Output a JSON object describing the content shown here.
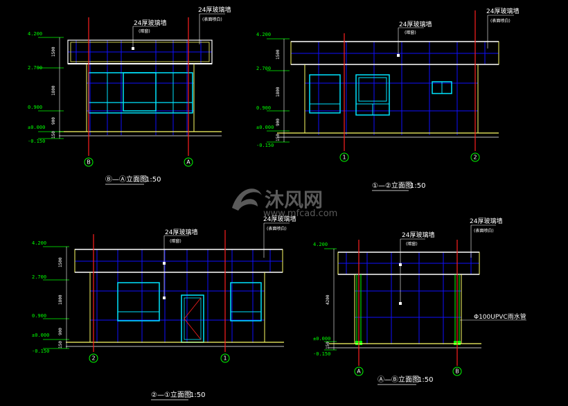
{
  "colors": {
    "background": "#000000",
    "level_mark": "#00ff00",
    "grid_line": "#1010ff",
    "outline": "#ffff66",
    "axis_line": "#ff2020",
    "window": "#00e5ff",
    "text": "#ffffff",
    "watermark": "#5a5a5a"
  },
  "watermark": {
    "text": "沐风网",
    "url": "www.mfcad.com"
  },
  "elevations": [
    {
      "id": "b-a",
      "title": "Ⓑ—Ⓐ立面图",
      "scale": "1:50",
      "levels": [
        "4.200",
        "2.700",
        "0.900",
        "±0.000",
        "-0.150"
      ],
      "dims": [
        "1500",
        "1800",
        "900",
        "150"
      ],
      "note_main": "24厚玻璃墙",
      "note_sub_1": "(暗窗)",
      "note_top": "24厚玻璃墙",
      "note_top_sub": "(表面喷白)",
      "axes": [
        "B",
        "A"
      ]
    },
    {
      "id": "1-2",
      "title": "①—②立面图",
      "scale": "1:50",
      "levels": [
        "4.200",
        "2.700",
        "0.900",
        "±0.000",
        "-0.150"
      ],
      "dims": [
        "1500",
        "1800",
        "900",
        "150"
      ],
      "note_main": "24厚玻璃墙",
      "note_sub_1": "(暗窗)",
      "note_top": "24厚玻璃墙",
      "note_top_sub": "(表面喷白)",
      "axes": [
        "1",
        "2"
      ]
    },
    {
      "id": "2-1",
      "title": "②—①立面图",
      "scale": "1:50",
      "levels": [
        "4.200",
        "2.700",
        "0.900",
        "±0.000",
        "-0.150"
      ],
      "dims": [
        "1500",
        "1800",
        "900",
        "150"
      ],
      "note_main": "24厚玻璃墙",
      "note_sub_1": "(暗窗)",
      "note_top": "24厚玻璃墙",
      "note_top_sub": "(表面喷白)",
      "axes": [
        "2",
        "1"
      ]
    },
    {
      "id": "a-b",
      "title": "Ⓐ—Ⓑ立面图",
      "scale": "1:50",
      "levels": [
        "4.200",
        "±0.000",
        "-0.150"
      ],
      "dims": [
        "4200",
        "150"
      ],
      "note_main": "24厚玻璃墙",
      "note_sub_1": "(暗窗)",
      "note_top": "24厚玻璃墙",
      "note_top_sub": "(表面喷白)",
      "pipe_note": "Φ100UPVC雨水管",
      "axes": [
        "A",
        "B"
      ]
    }
  ]
}
